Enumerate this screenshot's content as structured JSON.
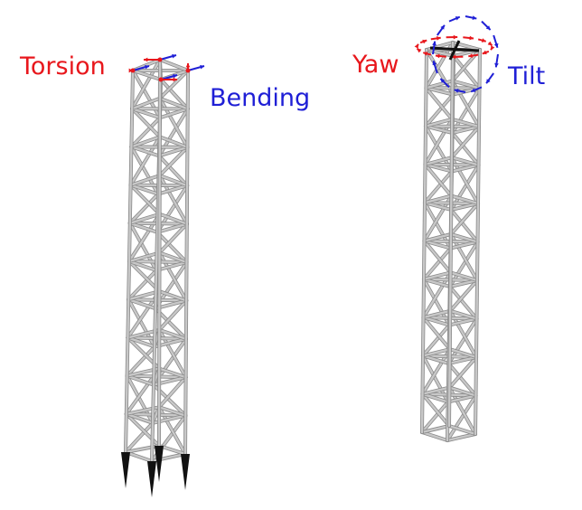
{
  "labels": {
    "torsion": "Torsion",
    "bending": "Bending",
    "yaw": "Yaw",
    "tilt": "Tilt"
  },
  "colors": {
    "torsion": "#e8171c",
    "bending": "#1f1fd6",
    "truss": "#c8c8c8",
    "truss_edge": "#8a8a8a",
    "support": "#111111"
  },
  "towers": [
    {
      "name": "fixed-base-tower",
      "panels": 10
    },
    {
      "name": "free-base-tower",
      "panels": 10
    }
  ]
}
